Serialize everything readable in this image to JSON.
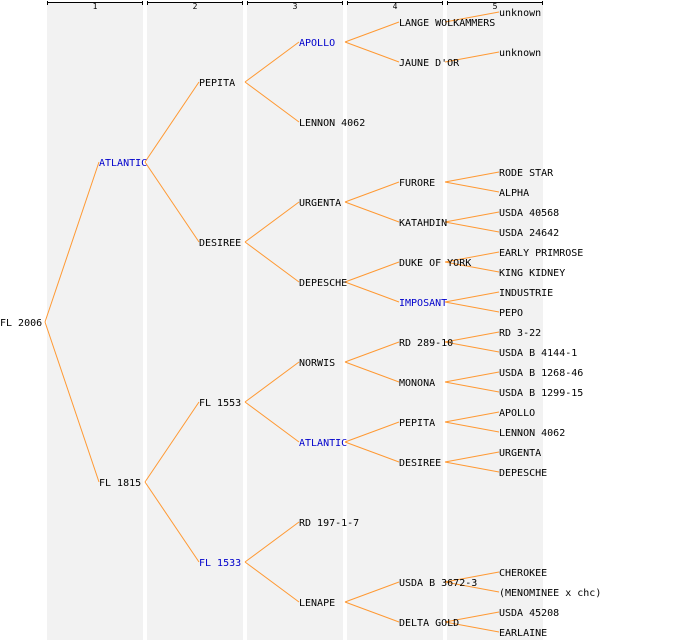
{
  "colors": {
    "line": "#ff9933",
    "link_text": "#0000cc",
    "text": "#000000",
    "column_bg": "#f2f2f2",
    "header_line": "#000000"
  },
  "generations": [
    "1",
    "2",
    "3",
    "4",
    "5"
  ],
  "pedigree": {
    "name": "FL 2006",
    "children": [
      {
        "name": "ATLANTIC",
        "link": true,
        "children": [
          {
            "name": "PEPITA",
            "children": [
              {
                "name": "APOLLO",
                "link": true,
                "children": [
                  {
                    "name": "LANGE WOLKAMMERS",
                    "children": [
                      {
                        "name": "unknown"
                      }
                    ]
                  },
                  {
                    "name": "JAUNE D'OR",
                    "children": [
                      {
                        "name": "unknown"
                      }
                    ]
                  }
                ]
              },
              {
                "name": "LENNON 4062"
              }
            ]
          },
          {
            "name": "DESIREE",
            "children": [
              {
                "name": "URGENTA",
                "children": [
                  {
                    "name": "FURORE",
                    "children": [
                      {
                        "name": "RODE STAR"
                      },
                      {
                        "name": "ALPHA"
                      }
                    ]
                  },
                  {
                    "name": "KATAHDIN",
                    "children": [
                      {
                        "name": "USDA 40568"
                      },
                      {
                        "name": "USDA 24642"
                      }
                    ]
                  }
                ]
              },
              {
                "name": "DEPESCHE",
                "children": [
                  {
                    "name": "DUKE OF YORK",
                    "children": [
                      {
                        "name": "EARLY PRIMROSE"
                      },
                      {
                        "name": "KING KIDNEY"
                      }
                    ]
                  },
                  {
                    "name": "IMPOSANT",
                    "link": true,
                    "children": [
                      {
                        "name": "INDUSTRIE"
                      },
                      {
                        "name": "PEPO"
                      }
                    ]
                  }
                ]
              }
            ]
          }
        ]
      },
      {
        "name": "FL 1815",
        "children": [
          {
            "name": "FL 1553",
            "children": [
              {
                "name": "NORWIS",
                "children": [
                  {
                    "name": "RD 289-10",
                    "children": [
                      {
                        "name": "RD 3-22"
                      },
                      {
                        "name": "USDA B 4144-1"
                      }
                    ]
                  },
                  {
                    "name": "MONONA",
                    "children": [
                      {
                        "name": "USDA B 1268-46"
                      },
                      {
                        "name": "USDA B 1299-15"
                      }
                    ]
                  }
                ]
              },
              {
                "name": "ATLANTIC",
                "link": true,
                "children": [
                  {
                    "name": "PEPITA",
                    "children": [
                      {
                        "name": "APOLLO"
                      },
                      {
                        "name": "LENNON 4062"
                      }
                    ]
                  },
                  {
                    "name": "DESIREE",
                    "children": [
                      {
                        "name": "URGENTA"
                      },
                      {
                        "name": "DEPESCHE"
                      }
                    ]
                  }
                ]
              }
            ]
          },
          {
            "name": "FL 1533",
            "link": true,
            "children": [
              {
                "name": "RD 197-1-7"
              },
              {
                "name": "LENAPE",
                "children": [
                  {
                    "name": "USDA B 3672-3",
                    "children": [
                      {
                        "name": "CHEROKEE"
                      },
                      {
                        "name": "(MENOMINEE x chc)"
                      }
                    ]
                  },
                  {
                    "name": "DELTA GOLD",
                    "children": [
                      {
                        "name": "USDA 45208"
                      },
                      {
                        "name": "EARLAINE"
                      }
                    ]
                  }
                ]
              }
            ]
          }
        ]
      }
    ]
  }
}
